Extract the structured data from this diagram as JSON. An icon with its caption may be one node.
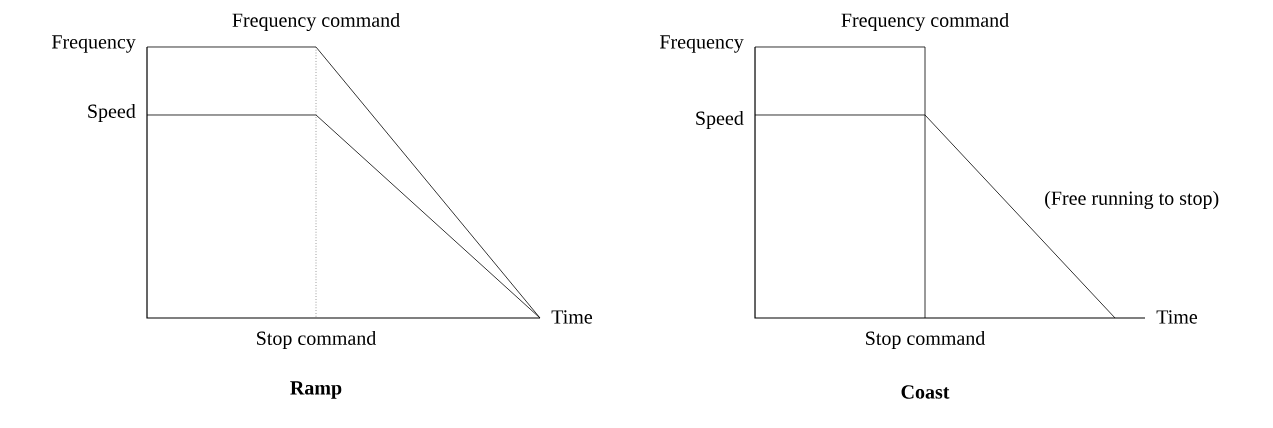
{
  "diagram": {
    "labels": [
      "Frequency command",
      "Frequency",
      "Speed",
      "Time",
      "Stop command",
      "Ramp",
      "Frequency command",
      "Frequency",
      "Speed",
      "(Free running to stop)",
      "Time",
      "Stop command",
      "Coast"
    ]
  }
}
